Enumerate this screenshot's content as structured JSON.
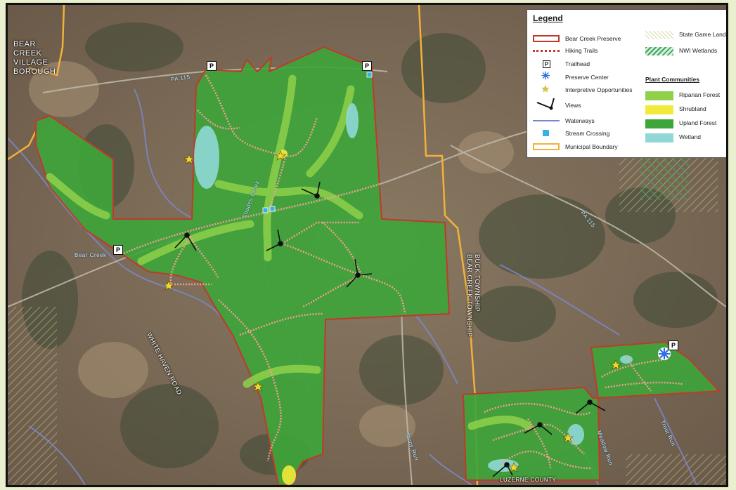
{
  "map": {
    "place_labels": {
      "bear_creek_village": [
        "BEAR",
        "CREEK",
        "VILLAGE",
        "BOROUGH"
      ],
      "white_haven_road": "WHITE HAVEN ROAD",
      "buck_township": "BUCK TOWNSHIP",
      "bear_creek_township": "BEAR CREEK TOWNSHIP",
      "luzerne_county": "LUZERNE COUNTY",
      "pa_115_north": "PA 115",
      "pa_115_east": "PA 115",
      "bear_creek": "Bear Creek",
      "shades_creek": "Shades Creek",
      "stony_run": "Stony Run",
      "meadow_run": "Meadow Run",
      "trout_run": "Trout Run"
    },
    "trailhead_symbol": "P",
    "colors": {
      "preserve_border": "#c0392b",
      "hiking_trail": "#e8877a",
      "upland_forest": "#3da53a",
      "riparian_forest": "#8fd14a",
      "shrubland": "#f1ea3a",
      "wetland": "#8fd8d6",
      "municipal_boundary": "#f2b13a",
      "waterway": "#7b87c9",
      "stream_crossing": "#35b2e3",
      "preserve_center": "#2e6fe0",
      "interpretive_star": "#f2d92c"
    }
  },
  "legend": {
    "title": "Legend",
    "left_items": [
      {
        "label": "Bear Creek Preserve",
        "icon": "preserve-boundary-swatch"
      },
      {
        "label": "Hiking Trails",
        "icon": "hiking-trail-swatch"
      },
      {
        "label": "Trailhead",
        "icon": "trailhead-icon"
      },
      {
        "label": "Preserve Center",
        "icon": "preserve-center-icon"
      },
      {
        "label": "Interpretive Opportunities",
        "icon": "star-icon"
      },
      {
        "label": "Views",
        "icon": "views-icon"
      },
      {
        "label": "Waterways",
        "icon": "waterway-swatch"
      },
      {
        "label": "Stream Crossing",
        "icon": "stream-crossing-icon"
      },
      {
        "label": "Municipal Boundary",
        "icon": "municipal-boundary-swatch"
      }
    ],
    "right_items": [
      {
        "label": "State Game Lands",
        "icon": "state-game-lands-swatch"
      },
      {
        "label": "NWI Wetlands",
        "icon": "nwi-wetlands-swatch"
      }
    ],
    "plant_communities_heading": "Plant Communities",
    "plant_communities": [
      {
        "label": "Riparian Forest",
        "color": "#8fd14a"
      },
      {
        "label": "Shrubland",
        "color": "#f1ea3a"
      },
      {
        "label": "Upland Forest",
        "color": "#3da53a"
      },
      {
        "label": "Wetland",
        "color": "#8fd8d6"
      }
    ]
  }
}
